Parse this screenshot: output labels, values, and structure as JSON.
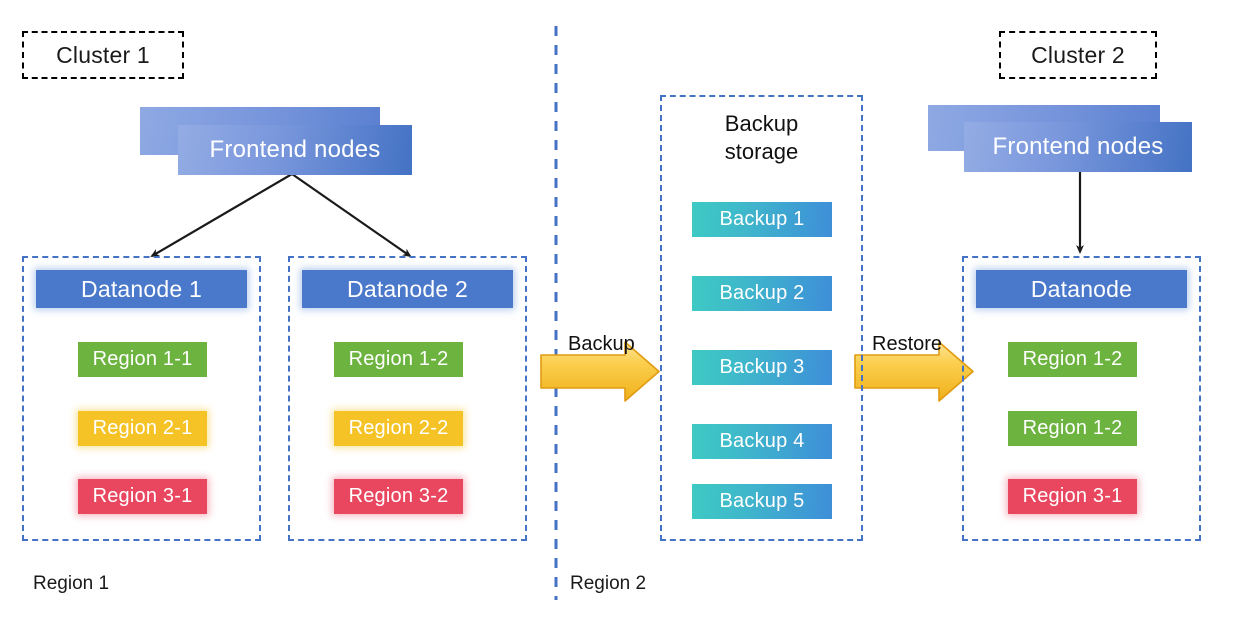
{
  "diagram": {
    "background_color": "#ffffff",
    "accent_blue": "#4472c4",
    "arrow_orange": "#f5bc22",
    "region_colors": {
      "green": "#6cb33f",
      "yellow": "#f5c325",
      "red": "#e8475f"
    },
    "backup_gradient": [
      "#3ecac3",
      "#3e8ed8"
    ]
  },
  "clusters": [
    {
      "chip_label": "Cluster 1"
    },
    {
      "chip_label": "Cluster 2"
    }
  ],
  "cluster1": {
    "frontend_label": "Frontend nodes",
    "datanodes": [
      {
        "title": "Datanode 1",
        "regions": [
          {
            "label": "Region 1-1",
            "color": "green"
          },
          {
            "label": "Region 2-1",
            "color": "yellow"
          },
          {
            "label": "Region 3-1",
            "color": "red"
          }
        ]
      },
      {
        "title": "Datanode 2",
        "regions": [
          {
            "label": "Region 1-2",
            "color": "green"
          },
          {
            "label": "Region 2-2",
            "color": "yellow"
          },
          {
            "label": "Region 3-2",
            "color": "red"
          }
        ]
      }
    ]
  },
  "cluster2": {
    "frontend_label": "Frontend nodes",
    "datanode": {
      "title": "Datanode",
      "regions": [
        {
          "label": "Region 1-2",
          "color": "green"
        },
        {
          "label": "Region 1-2",
          "color": "green"
        },
        {
          "label": "Region 3-1",
          "color": "red"
        }
      ]
    }
  },
  "backup_storage": {
    "title": "Backup\nstorage",
    "items": [
      {
        "label": "Backup 1"
      },
      {
        "label": "Backup 2"
      },
      {
        "label": "Backup 3"
      },
      {
        "label": "Backup 4"
      },
      {
        "label": "Backup 5"
      }
    ]
  },
  "flows": [
    {
      "label": "Backup"
    },
    {
      "label": "Restore"
    }
  ],
  "region_footers": [
    {
      "label": "Region 1"
    },
    {
      "label": "Region 2"
    }
  ]
}
